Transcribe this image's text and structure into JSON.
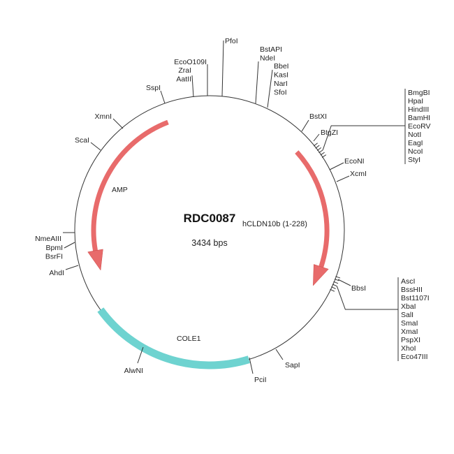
{
  "plasmid": {
    "name": "RDC0087",
    "insert": "hCLDN10b (1-228)",
    "size": "3434 bps"
  },
  "features": {
    "amp": "AMP",
    "cole1": "COLE1"
  },
  "colors": {
    "amp_arrow": "#e86b6b",
    "cole1": "#6ed3d0",
    "backbone": "#333333"
  },
  "sites": {
    "pfoi": "PfoI",
    "ecoo109i": "EcoO109I",
    "zrai": "ZraI",
    "aatii": "AatII",
    "sspi": "SspI",
    "bstapi": "BstAPI",
    "ndei": "NdeI",
    "bbei": "BbeI",
    "kasi": "KasI",
    "nari": "NarI",
    "sfoi": "SfoI",
    "bstxi": "BstXI",
    "btgzi": "BtgZI",
    "econi": "EcoNI",
    "xcmi": "XcmI",
    "bbsi": "BbsI",
    "sapi": "SapI",
    "pcii": "PciI",
    "alwni": "AlwNI",
    "ahdi": "AhdI",
    "bsrfi": "BsrFI",
    "bpmi": "BpmI",
    "nmeaiii": "NmeAIII",
    "scai": "ScaI",
    "xmni": "XmnI"
  },
  "mcs1": [
    "BmgBI",
    "HpaI",
    "HindIII",
    "BamHI",
    "EcoRV",
    "NotI",
    "EagI",
    "NcoI",
    "StyI"
  ],
  "mcs2": [
    "AscI",
    "BssHII",
    "Bst1107I",
    "XbaI",
    "SalI",
    "SmaI",
    "XmaI",
    "PspXI",
    "XhoI",
    "Eco47III"
  ]
}
